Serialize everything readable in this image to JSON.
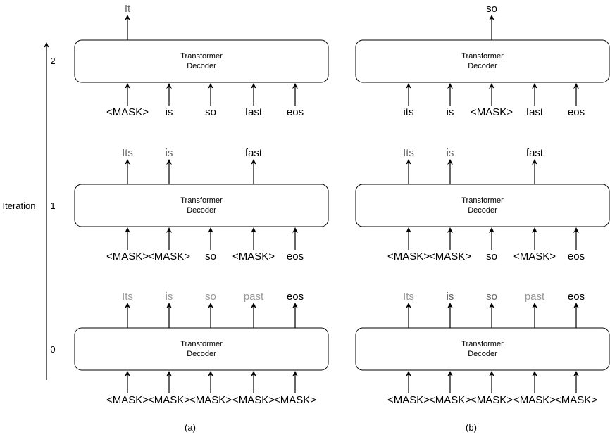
{
  "axis": {
    "label": "Iteration",
    "ticks": [
      "0",
      "1",
      "2"
    ]
  },
  "box_label_line1": "Transformer",
  "box_label_line2": "Decoder",
  "colors": {
    "text": "#000000",
    "faded_dark": "#666666",
    "faded_light": "#999999",
    "box_stroke": "#000000",
    "box_fill": "#ffffff"
  },
  "panels": [
    {
      "caption": "(a)",
      "rows": [
        {
          "iteration": "0",
          "inputs": [
            "<MASK>",
            "<MASK>",
            "<MASK>",
            "<MASK>",
            "<MASK>"
          ],
          "outputs": [
            {
              "text": "Its",
              "shade": "light"
            },
            {
              "text": "is",
              "shade": "light"
            },
            {
              "text": "so",
              "shade": "light"
            },
            {
              "text": "past",
              "shade": "light"
            },
            {
              "text": "eos",
              "shade": "black"
            }
          ]
        },
        {
          "iteration": "1",
          "inputs": [
            "<MASK>",
            "<MASK>",
            "so",
            "<MASK>",
            "eos"
          ],
          "outputs": [
            {
              "text": "Its",
              "shade": "dark"
            },
            {
              "text": "is",
              "shade": "dark"
            },
            null,
            {
              "text": "fast",
              "shade": "black"
            },
            null
          ]
        },
        {
          "iteration": "2",
          "inputs": [
            "<MASK>",
            "is",
            "so",
            "fast",
            "eos"
          ],
          "outputs": [
            {
              "text": "It",
              "shade": "dark"
            },
            null,
            null,
            null,
            null
          ]
        }
      ]
    },
    {
      "caption": "(b)",
      "rows": [
        {
          "iteration": "0",
          "inputs": [
            "<MASK>",
            "<MASK>",
            "<MASK>",
            "<MASK>",
            "<MASK>"
          ],
          "outputs": [
            {
              "text": "Its",
              "shade": "light"
            },
            {
              "text": "is",
              "shade": "dark"
            },
            {
              "text": "so",
              "shade": "dark"
            },
            {
              "text": "past",
              "shade": "light"
            },
            {
              "text": "eos",
              "shade": "black"
            }
          ]
        },
        {
          "iteration": "1",
          "inputs": [
            "<MASK>",
            "<MASK>",
            "so",
            "<MASK>",
            "eos"
          ],
          "outputs": [
            {
              "text": "Its",
              "shade": "dark"
            },
            {
              "text": "is",
              "shade": "dark"
            },
            null,
            {
              "text": "fast",
              "shade": "black"
            },
            null
          ]
        },
        {
          "iteration": "2",
          "inputs": [
            "its",
            "is",
            "<MASK>",
            "fast",
            "eos"
          ],
          "outputs": [
            null,
            null,
            {
              "text": "so",
              "shade": "black"
            },
            null,
            null
          ]
        }
      ]
    }
  ]
}
